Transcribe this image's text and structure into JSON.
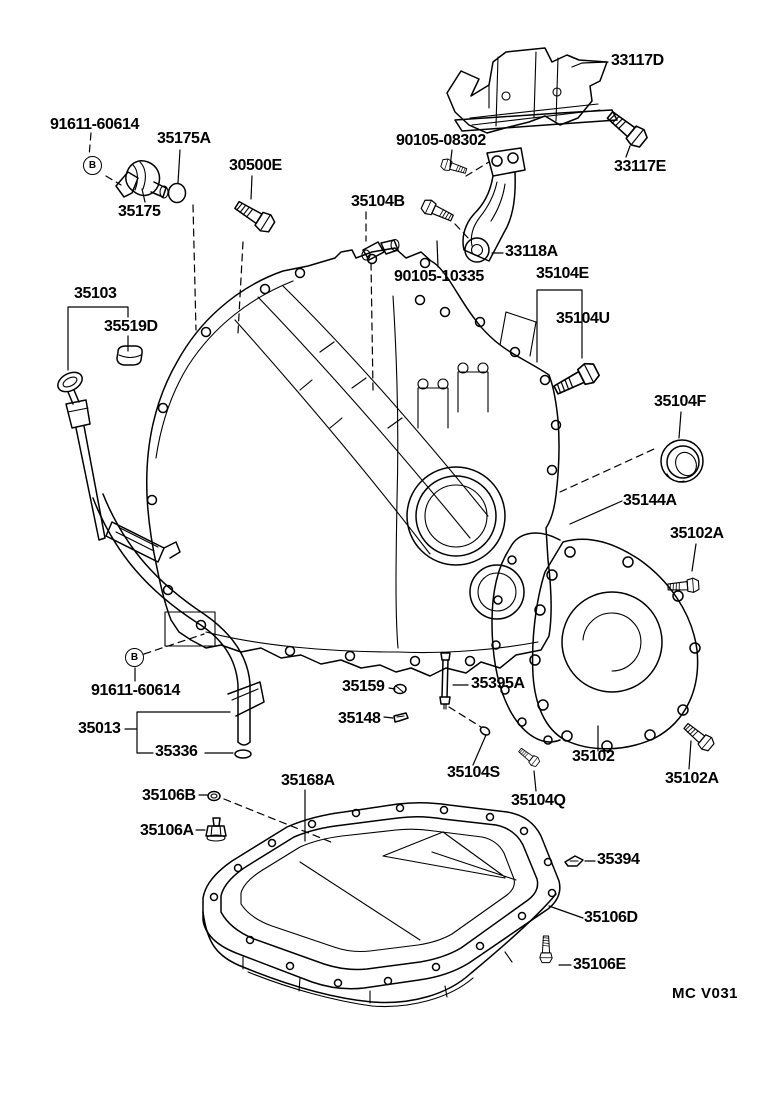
{
  "diagram": {
    "type": "exploded-parts-diagram",
    "subject": "transaxle case and oil pan",
    "code": "MC V031",
    "colors": {
      "line": "#000000",
      "background": "#ffffff"
    }
  },
  "symbols": {
    "circled_b": "B"
  },
  "labels": [
    {
      "part": "91611-60614",
      "text": "91611-60614"
    },
    {
      "part": "35175A",
      "text": "35175A"
    },
    {
      "part": "30500E",
      "text": "30500E"
    },
    {
      "part": "90105-08302",
      "text": "90105-08302"
    },
    {
      "part": "33117D",
      "text": "33117D"
    },
    {
      "part": "33117E",
      "text": "33117E"
    },
    {
      "part": "35175",
      "text": "35175"
    },
    {
      "part": "35104B",
      "text": "35104B"
    },
    {
      "part": "90105-10335",
      "text": "90105-10335"
    },
    {
      "part": "33118A",
      "text": "33118A"
    },
    {
      "part": "35104E",
      "text": "35104E"
    },
    {
      "part": "35104U",
      "text": "35104U"
    },
    {
      "part": "35103",
      "text": "35103"
    },
    {
      "part": "35519D",
      "text": "35519D"
    },
    {
      "part": "35104F",
      "text": "35104F"
    },
    {
      "part": "35144A",
      "text": "35144A"
    },
    {
      "part": "35102A",
      "text": "35102A"
    },
    {
      "part": "35159",
      "text": "35159"
    },
    {
      "part": "35395A",
      "text": "35395A"
    },
    {
      "part": "35148",
      "text": "35148"
    },
    {
      "part": "91611-60614",
      "text": "91611-60614"
    },
    {
      "part": "35013",
      "text": "35013"
    },
    {
      "part": "35336",
      "text": "35336"
    },
    {
      "part": "35168A",
      "text": "35168A"
    },
    {
      "part": "35104S",
      "text": "35104S"
    },
    {
      "part": "35102",
      "text": "35102"
    },
    {
      "part": "35104Q",
      "text": "35104Q"
    },
    {
      "part": "35102A",
      "text": "35102A"
    },
    {
      "part": "35106B",
      "text": "35106B"
    },
    {
      "part": "35106A",
      "text": "35106A"
    },
    {
      "part": "35394",
      "text": "35394"
    },
    {
      "part": "35106D",
      "text": "35106D"
    },
    {
      "part": "35106E",
      "text": "35106E"
    }
  ]
}
